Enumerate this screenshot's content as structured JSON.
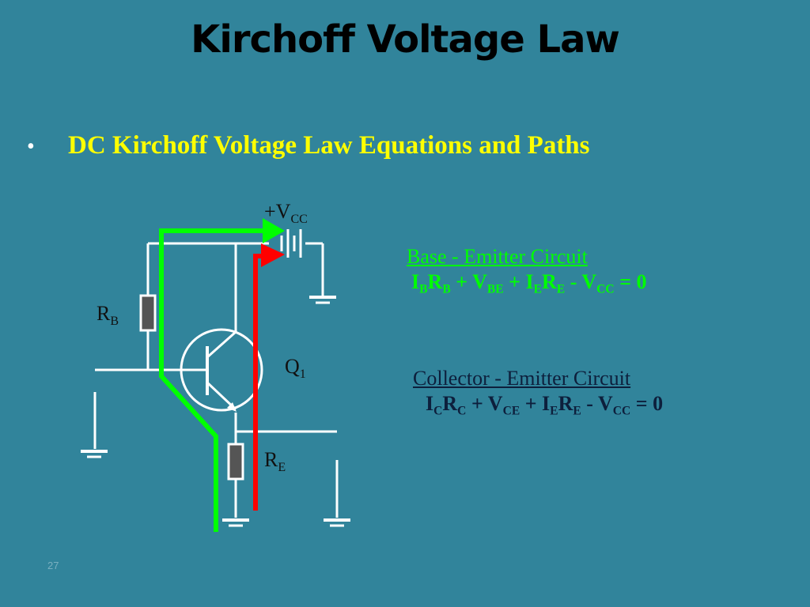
{
  "title": "Kirchoff Voltage Law",
  "bullet": {
    "marker": "•",
    "text": "DC Kirchoff Voltage Law Equations and Paths"
  },
  "circuit": {
    "vcc_label": "+V",
    "vcc_sub": "CC",
    "rb_label": "R",
    "rb_sub": "B",
    "q_label": "Q",
    "q_sub": "1",
    "re_label": "R",
    "re_sub": "E"
  },
  "base_emitter": {
    "heading": "Base - Emitter Circuit",
    "equation": {
      "t1": "I",
      "t1s": "B",
      "t2": "R",
      "t2s": "B",
      "t3": " + V",
      "t3s": "BE",
      "t4": " + I",
      "t4s": "E",
      "t5": "R",
      "t5s": "E",
      "t6": " - V",
      "t6s": "CC",
      "t7": " = 0"
    }
  },
  "collector_emitter": {
    "heading": "Collector - Emitter Circuit",
    "equation": {
      "t1": "I",
      "t1s": "C",
      "t2": "R",
      "t2s": "C",
      "t3": " + V",
      "t3s": "CE",
      "t4": " + I",
      "t4s": "E",
      "t5": "R",
      "t5s": "E",
      "t6": " - V",
      "t6s": "CC",
      "t7": " = 0"
    }
  },
  "slide_number": "27",
  "colors": {
    "background": "#31849b",
    "bullet_text": "#ffff00",
    "base_emitter_path": "#00ff00",
    "collector_emitter_path": "#ff0000",
    "base_emitter_text": "#00ff00",
    "collector_emitter_text": "#0d1f3c",
    "wire": "#ffffff"
  }
}
